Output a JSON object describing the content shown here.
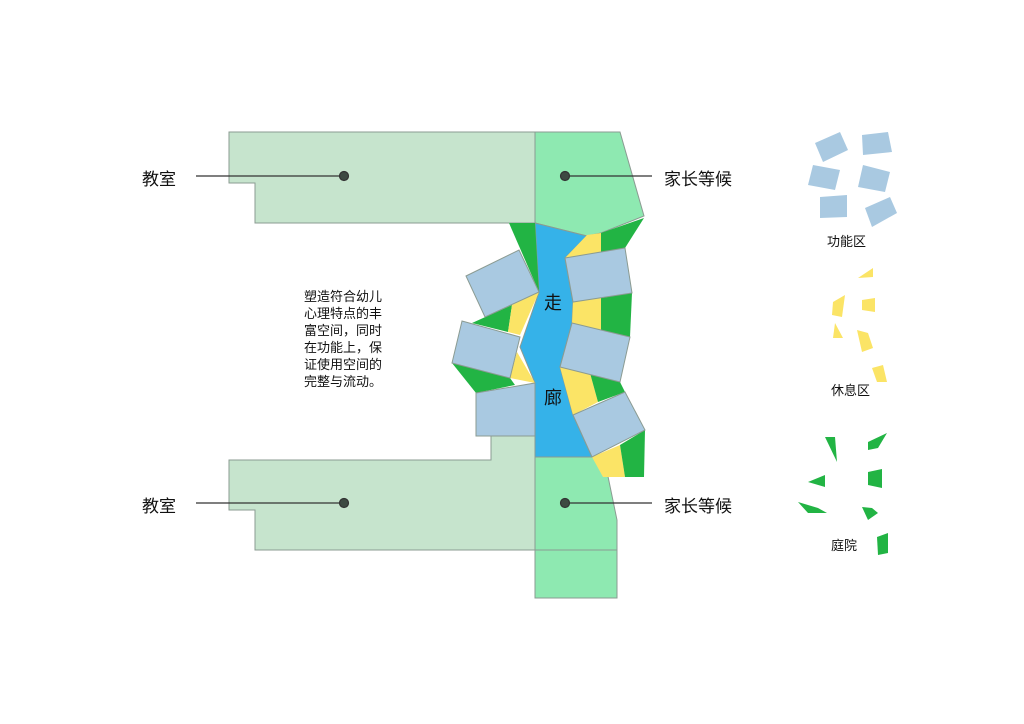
{
  "labels": {
    "classroom_top": "教室",
    "classroom_bottom": "教室",
    "parent_wait_top": "家长等候",
    "parent_wait_bottom": "家长等候",
    "corridor_1": "走",
    "corridor_2": "廊"
  },
  "note_lines": [
    "塑造符合幼儿",
    "心理特点的丰",
    "富空间，同时",
    "在功能上，保",
    "证使用空间的",
    "完整与流动。"
  ],
  "legend": {
    "function_area": "功能区",
    "rest_area": "休息区",
    "courtyard": "庭院"
  },
  "colors": {
    "classroom": "#c6e4cd",
    "parent_wait": "#8ee9b1",
    "corridor": "#35b2e9",
    "function_area": "#a9c9e1",
    "rest_area": "#fbe466",
    "courtyard": "#22b444"
  }
}
